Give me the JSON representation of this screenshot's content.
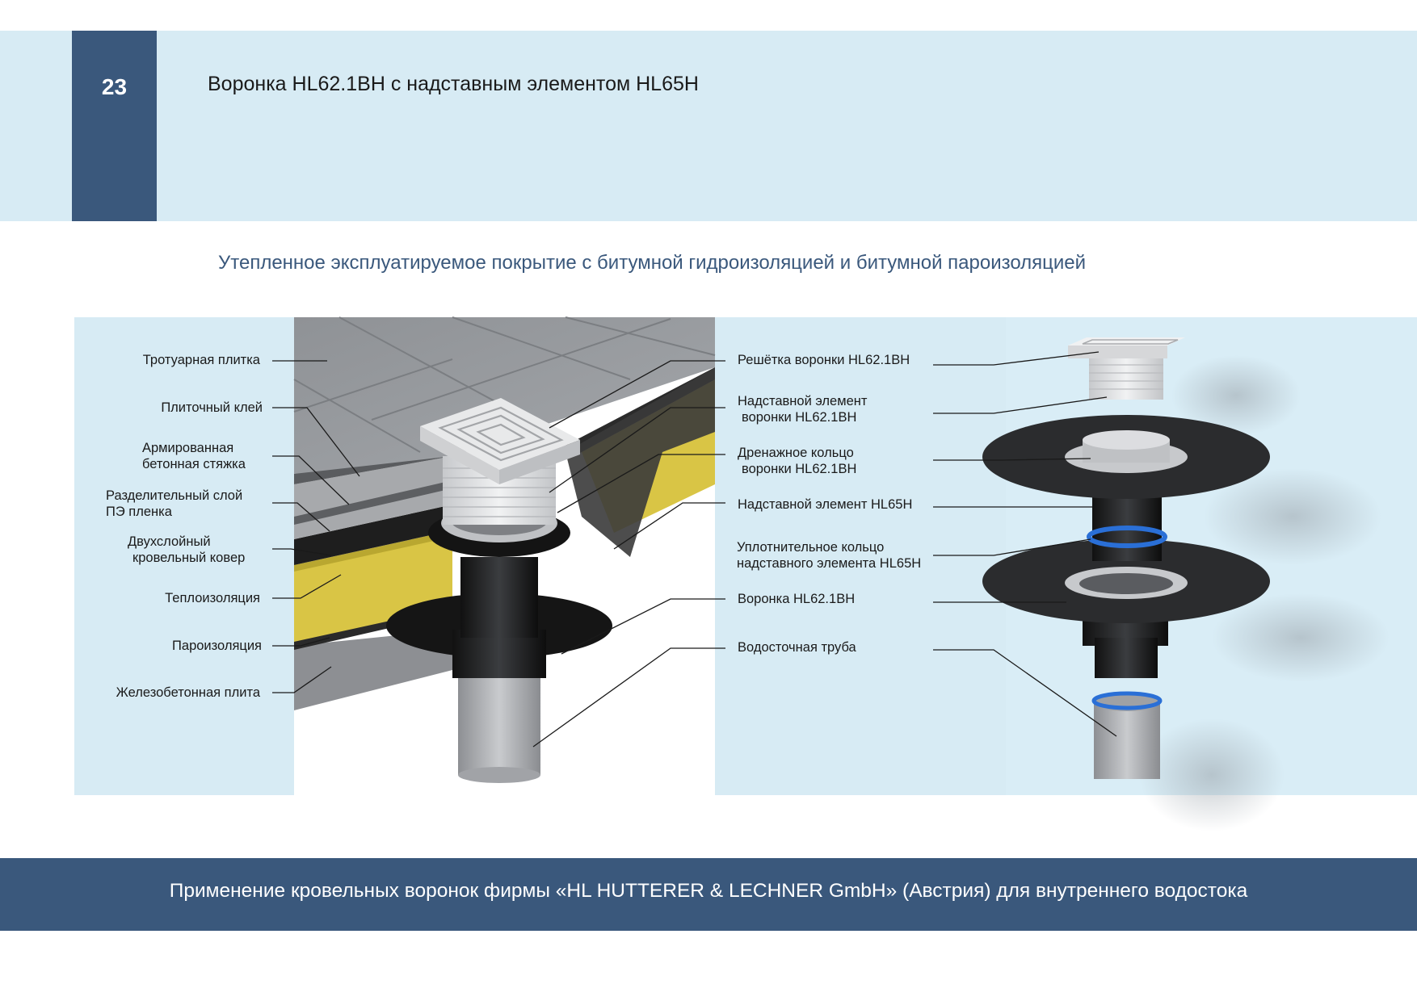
{
  "header": {
    "page_number": "23",
    "title": "Воронка HL62.1BH с надставным элементом HL65H"
  },
  "subtitle": "Утепленное эксплуатируемое покрытие с битумной гидроизоляцией и битумной пароизоляцией",
  "left_labels": [
    {
      "l1": "Тротуарная плитка",
      "l2": ""
    },
    {
      "l1": "Плиточный клей",
      "l2": ""
    },
    {
      "l1": "Армированная",
      "l2": "бетонная стяжка"
    },
    {
      "l1": "Разделительный слой",
      "l2": "ПЭ пленка"
    },
    {
      "l1": "Двухслойный",
      "l2": "кровельный ковер"
    },
    {
      "l1": "Теплоизоляция",
      "l2": ""
    },
    {
      "l1": "Пароизоляция",
      "l2": ""
    },
    {
      "l1": "Железобетонная плита",
      "l2": ""
    }
  ],
  "right_labels": [
    {
      "l1": "Решётка воронки HL62.1BH",
      "l2": ""
    },
    {
      "l1": "Надставной элемент",
      "l2": "воронки HL62.1BH"
    },
    {
      "l1": "Дренажное кольцо",
      "l2": "воронки HL62.1BH"
    },
    {
      "l1": "Надставной элемент HL65H",
      "l2": ""
    },
    {
      "l1": "Уплотнительное кольцо",
      "l2": "надставного элемента HL65H"
    },
    {
      "l1": "Воронка HL62.1BH",
      "l2": ""
    },
    {
      "l1": "Водосточная труба",
      "l2": ""
    }
  ],
  "footer": {
    "text": "Применение кровельных воронок фирмы «HL HUTTERER & LECHNER GmbH» (Австрия) для внутреннего водостока"
  },
  "colors": {
    "brand_dark": "#3a587c",
    "panel_light": "#d7ebf4",
    "insulation_yellow": "#d9c545",
    "seal_blue": "#2a6fd6"
  }
}
